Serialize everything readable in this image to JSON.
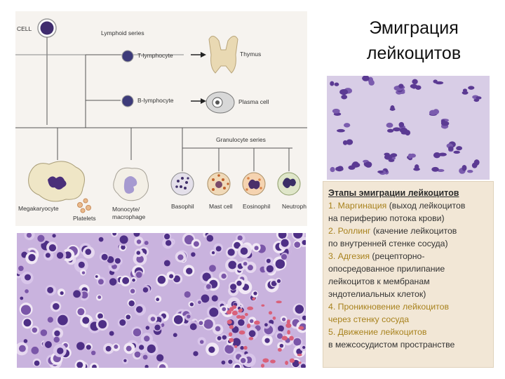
{
  "slide": {
    "title_line1": "Эмиграция",
    "title_line2": "лейкоцитов"
  },
  "diagram": {
    "cell_label": "CELL",
    "lymphoid_series": "Lymphoid series",
    "t_lymphocyte": "T-lymphocyte",
    "thymus": "Thymus",
    "b_lymphocyte": "B-lymphocyte",
    "plasma_cell": "Plasma cell",
    "granulocyte_series": "Granulocyte series",
    "megakaryocyte": "Megakaryocyte",
    "platelets": "Platelets",
    "monocyte_line1": "Monocyte/",
    "monocyte_line2": "macrophage",
    "basophil": "Basophil",
    "mast_cell": "Mast cell",
    "eosinophil": "Eosinophil",
    "neutrophil": "Neutroph"
  },
  "stages": {
    "heading": "Этапы эмиграции лейкоцитов",
    "items": [
      {
        "lines": [
          {
            "term": "1. Маргинация",
            "desc": " (выход лейкоцитов"
          },
          {
            "term": "",
            "desc": "на периферию потока крови)"
          }
        ]
      },
      {
        "lines": [
          {
            "term": "2. Роллинг",
            "desc": " (качение лейкоцитов"
          },
          {
            "term": "",
            "desc": "по внутренней стенке сосуда)"
          }
        ]
      },
      {
        "lines": [
          {
            "term": "3. Адгезия",
            "desc": " (рецепторно-"
          },
          {
            "term": "",
            "desc": "опосредованное прилипание"
          },
          {
            "term": "",
            "desc": "лейкоцитов к мембранам"
          },
          {
            "term": "",
            "desc": "эндотелиальных клеток)"
          }
        ]
      },
      {
        "lines": [
          {
            "term": "4. Проникновение лейкоцитов",
            "desc": ""
          },
          {
            "term": "через стенку сосуда",
            "desc": ""
          }
        ]
      },
      {
        "lines": [
          {
            "term": "5. Движение лейкоцитов",
            "desc": ""
          },
          {
            "term": "",
            "desc": "в межсосудистом пространстве"
          }
        ]
      }
    ]
  },
  "colors": {
    "accent_term": "#a8821d",
    "panel_bg": "#f2e7d6",
    "stain_purple": "#6b3f9a",
    "tissue_lilac": "#c9b3de"
  }
}
